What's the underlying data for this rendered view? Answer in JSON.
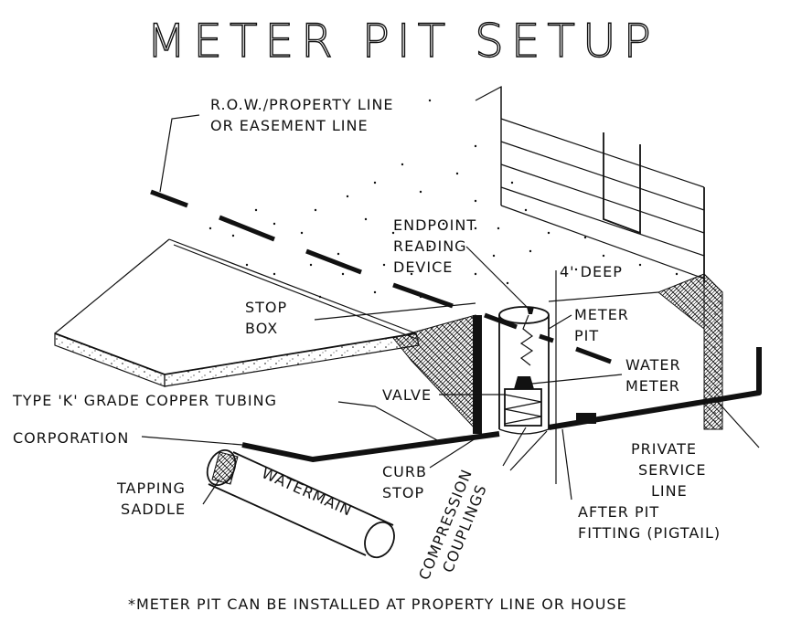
{
  "title": "METER PIT SETUP",
  "labels": {
    "row_line_1": "R.O.W./PROPERTY LINE",
    "row_line_2": "OR EASEMENT LINE",
    "endpoint_1": "ENDPOINT",
    "endpoint_2": "READING",
    "endpoint_3": "DEVICE",
    "deep": "4' DEEP",
    "stop_box_1": "STOP",
    "stop_box_2": "BOX",
    "meter_pit_1": "METER",
    "meter_pit_2": "PIT",
    "water_meter_1": "WATER",
    "water_meter_2": "METER",
    "valve": "VALVE",
    "copper_tubing": "TYPE 'K' GRADE COPPER TUBING",
    "corporation": "CORPORATION",
    "private_1": "PRIVATE",
    "private_2": "SERVICE",
    "private_3": "LINE",
    "tapping_1": "TAPPING",
    "tapping_2": "SADDLE",
    "watermain": "WATERMAIN",
    "curb_stop_1": "CURB",
    "curb_stop_2": "STOP",
    "compression_1": "COMPRESSION",
    "compression_2": "COUPLINGS",
    "after_pit_1": "AFTER PIT",
    "after_pit_2": "FITTING (PIGTAIL)",
    "footnote": "*METER PIT CAN BE INSTALLED AT PROPERTY LINE OR HOUSE"
  }
}
